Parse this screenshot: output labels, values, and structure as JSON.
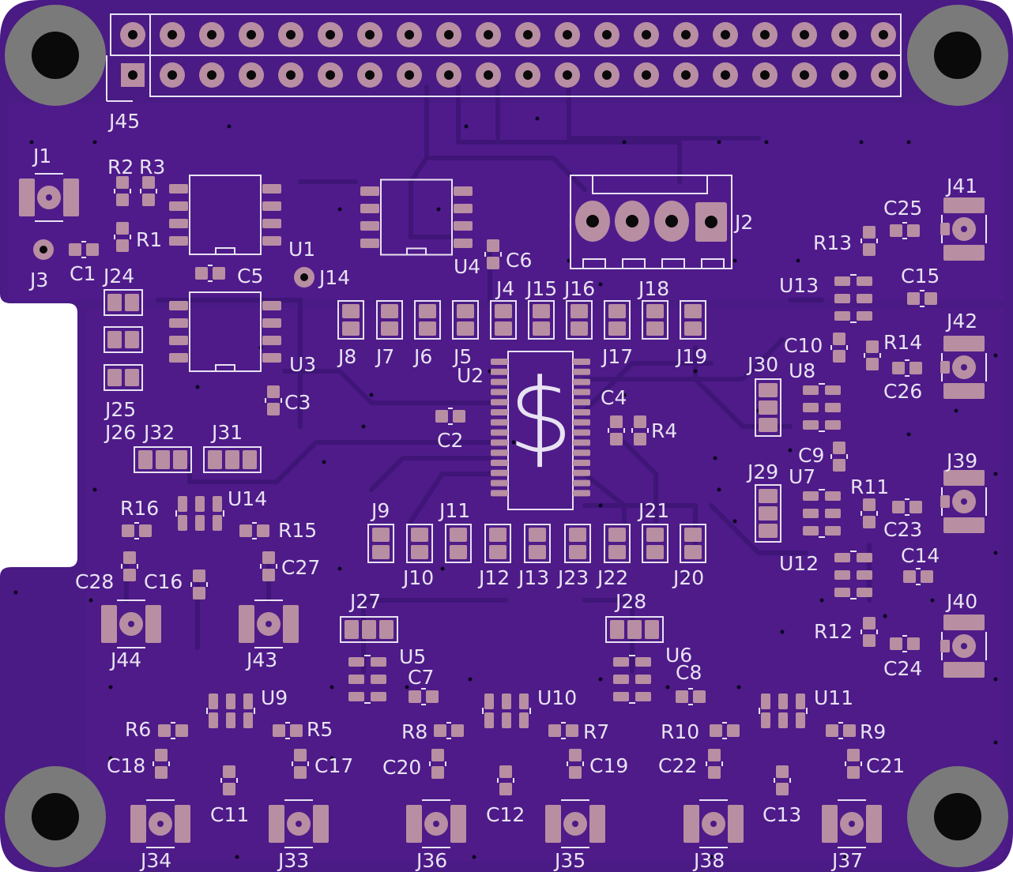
{
  "colors": {
    "board": "#4a1a85",
    "copper": "#5a2098",
    "trace": "#3f1578",
    "pad": "#b88ea2",
    "silk": "#e8e2f2",
    "hole": "#0a0a0a",
    "mount": "#7a7a7a",
    "via": "#0c0620"
  },
  "symbol": "$",
  "header": {
    "ref": "J45"
  },
  "labels": {
    "J1": "J1",
    "J2": "J2",
    "J3": "J3",
    "J14": "J14",
    "J24": "J24",
    "J25": "J25",
    "J26": "J26",
    "J32": "J32",
    "J31": "J31",
    "R1": "R1",
    "R2": "R2",
    "R3": "R3",
    "C1": "C1",
    "C5": "C5",
    "U1": "U1",
    "U3": "U3",
    "C3": "C3",
    "U4": "U4",
    "C6": "C6",
    "J8": "J8",
    "J7": "J7",
    "J6": "J6",
    "J5": "J5",
    "J4": "J4",
    "J15": "J15",
    "J16": "J16",
    "J17": "J17",
    "J18": "J18",
    "J19": "J19",
    "U2": "U2",
    "C2": "C2",
    "C4": "C4",
    "R4": "R4",
    "J9": "J9",
    "J10": "J10",
    "J11": "J11",
    "J12": "J12",
    "J13": "J13",
    "J23": "J23",
    "J22": "J22",
    "J21": "J21",
    "J20": "J20",
    "R16": "R16",
    "U14": "U14",
    "R15": "R15",
    "C28": "C28",
    "C16": "C16",
    "C27": "C27",
    "J44": "J44",
    "J43": "J43",
    "J27": "J27",
    "U5": "U5",
    "C7": "C7",
    "J28": "J28",
    "U6": "U6",
    "C8": "C8",
    "U9": "U9",
    "R6": "R6",
    "R5": "R5",
    "C18": "C18",
    "C17": "C17",
    "C11": "C11",
    "J34": "J34",
    "J33": "J33",
    "U10": "U10",
    "R8": "R8",
    "R7": "R7",
    "C20": "C20",
    "C19": "C19",
    "C12": "C12",
    "J36": "J36",
    "J35": "J35",
    "U11": "U11",
    "R10": "R10",
    "R9": "R9",
    "C22": "C22",
    "C21": "C21",
    "C13": "C13",
    "J38": "J38",
    "J37": "J37",
    "J41": "J41",
    "C25": "C25",
    "R13": "R13",
    "C15": "C15",
    "U13": "U13",
    "C10": "C10",
    "R14": "R14",
    "J42": "J42",
    "C26": "C26",
    "J30": "J30",
    "U8": "U8",
    "C9": "C9",
    "J29": "J29",
    "U7": "U7",
    "R11": "R11",
    "J39": "J39",
    "C23": "C23",
    "U12": "U12",
    "C14": "C14",
    "R12": "R12",
    "J40": "J40",
    "C24": "C24"
  }
}
